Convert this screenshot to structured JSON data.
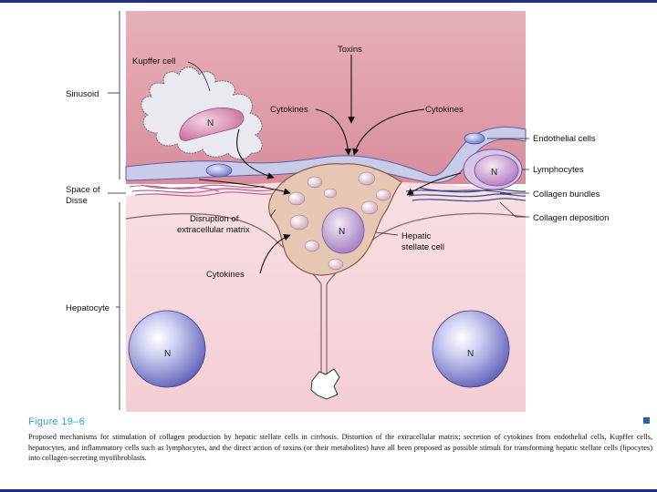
{
  "labels": {
    "sinusoid": "Sinusoid",
    "space_of_disse_1": "Space of",
    "space_of_disse_2": "Disse",
    "hepatocyte": "Hepatocyte",
    "kupffer_cell": "Kupffer cell",
    "toxins": "Toxins",
    "cytokines_left": "Cytokines",
    "cytokines_right": "Cytokines",
    "cytokines_bottom": "Cytokines",
    "endothelial_cells": "Endothelial cells",
    "lymphocytes": "Lymphocytes",
    "collagen_bundles": "Collagen bundles",
    "collagen_deposition": "Collagen deposition",
    "disruption_1": "Disruption of",
    "disruption_2": "extracellular matrix",
    "hepatic_1": "Hepatic",
    "hepatic_2": "stellate cell",
    "nucleus": "N"
  },
  "figure": {
    "title": "Figure 19–6",
    "caption": "Proposed mechanisms for stimulation of collagen production by hepatic stellate cells in cirrhosis. Distortion of the extracellular matrix; secretion of cytokines from endothelial cells, Kupffer cells, hepatocytes, and inflammatory cells such as lymphocytes, and the direct action of toxins (or their metabolites) have all been proposed as possible stimuli for transforming hepatic stellate cells (lipocytes) into collagen-secreting myofibroblasts."
  }
}
